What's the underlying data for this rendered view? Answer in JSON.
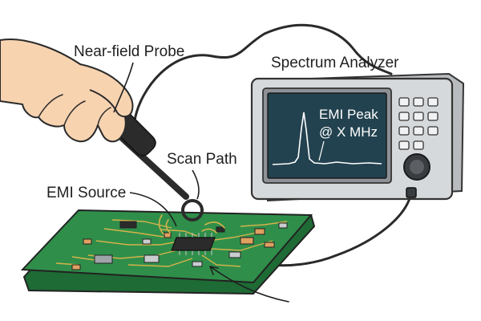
{
  "labels": {
    "probe": "Near-field Probe",
    "analyzer": "Spectrum Analyzer",
    "scan_path": "Scan Path",
    "source": "EMI Source"
  },
  "screen": {
    "line1": "EMI Peak",
    "line2": "@ X MHz"
  },
  "colors": {
    "pcb": "#2f8f4a",
    "pcb_dark": "#1e6b35",
    "trace": "#d4b24a",
    "analyzer_body": "#d6d9dc",
    "screen": "#23424f",
    "skin": "#f7d3b0",
    "probe": "#2b2b2b"
  },
  "icons": [
    "hand-icon",
    "probe-icon",
    "pcb-icon",
    "chip-icon",
    "analyzer-icon",
    "knob-icon",
    "cable-icon"
  ]
}
